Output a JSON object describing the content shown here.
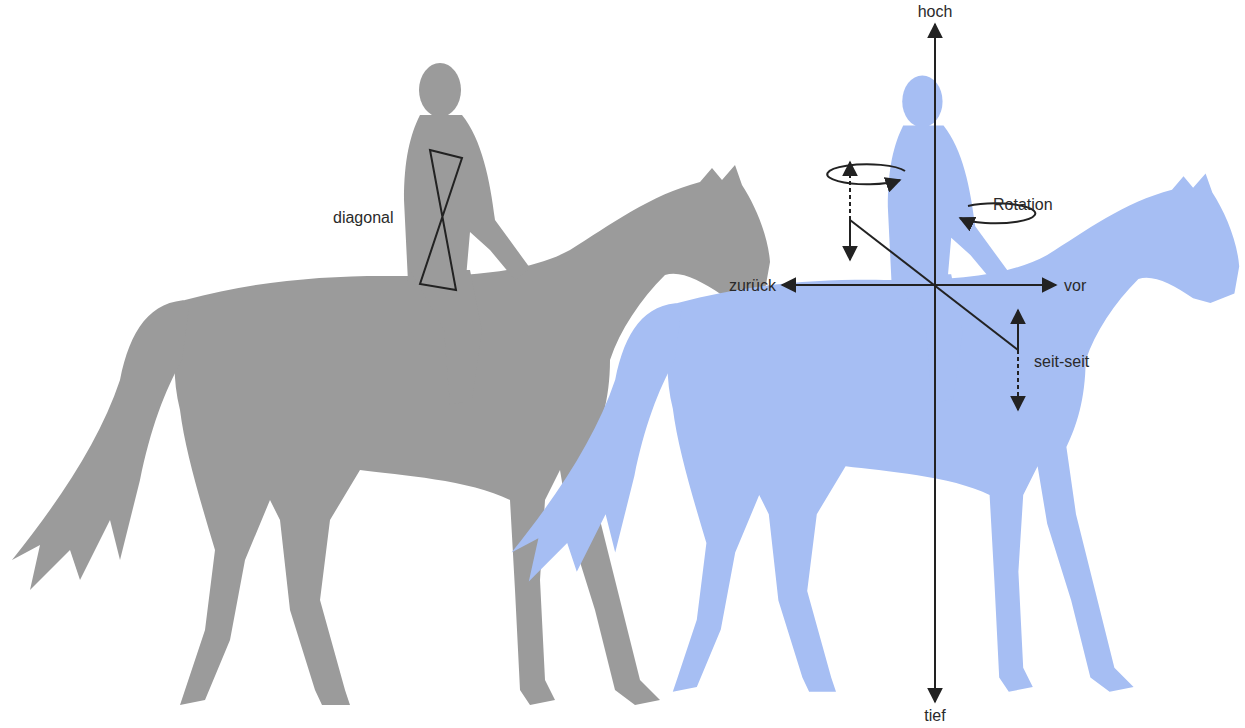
{
  "diagram": {
    "labels": [
      "hoch",
      "diagonal",
      "Rotation",
      "zurück",
      "vor",
      "seit-seit",
      "tief"
    ]
  }
}
